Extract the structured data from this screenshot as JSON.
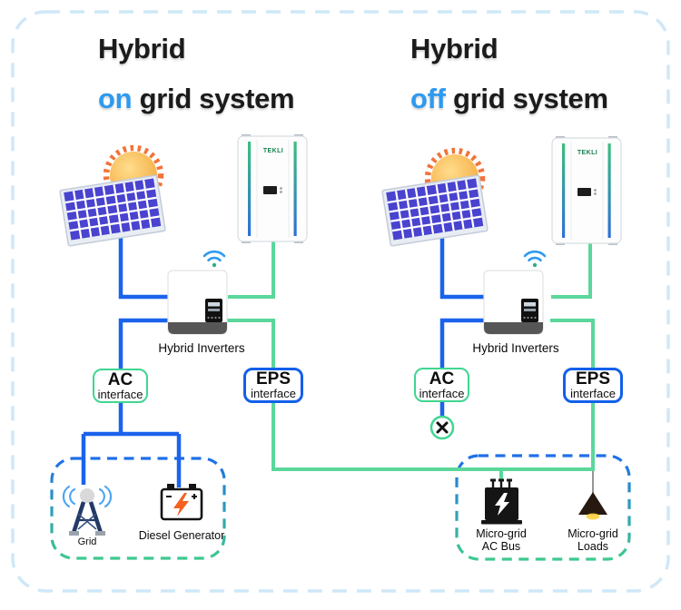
{
  "colors": {
    "wire-blue": "#1b63ec",
    "wire-green": "#5bd79b",
    "accent-blue": "#2e9af0",
    "box-green": "#3fd690",
    "box-blue": "#1260ea",
    "dash-top": "#1e6fe8",
    "dash-bottom": "#3ec98f",
    "outer-dash": "#cfe8f8",
    "title-color": "#1b1b1b",
    "sun-core": "#f6b14a",
    "sun-rays": "#f2733a",
    "panel-cell": "#4a43cf",
    "bolt-orange": "#f4611e"
  },
  "titles": {
    "left": {
      "line1": "Hybrid",
      "highlight": "on",
      "rest": "grid system"
    },
    "right": {
      "line1": "Hybrid",
      "highlight": "off",
      "rest": "grid system"
    }
  },
  "left_system": {
    "inverter_label": "Hybrid Inverters",
    "ac_box": {
      "title": "AC",
      "subtitle": "interface"
    },
    "eps_box": {
      "title": "EPS",
      "subtitle": "interface"
    },
    "grid_label": "Grid",
    "generator_label": "Diesel Generator"
  },
  "right_system": {
    "inverter_label": "Hybrid Inverters",
    "ac_box": {
      "title": "AC",
      "subtitle": "interface"
    },
    "eps_box": {
      "title": "EPS",
      "subtitle": "interface"
    },
    "bus_label": {
      "line1": "Micro-grid",
      "line2": "AC Bus"
    },
    "loads_label": {
      "line1": "Micro-grid",
      "line2": "Loads"
    }
  },
  "battery": {
    "brand": "TEKLI"
  }
}
